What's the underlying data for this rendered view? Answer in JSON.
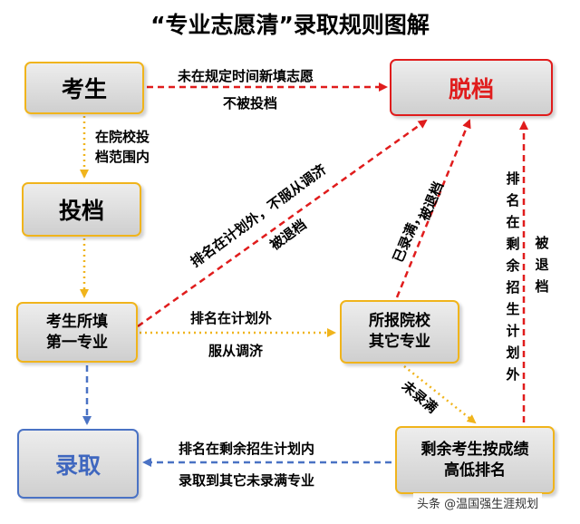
{
  "title": "“专业志愿清”录取规则图解",
  "nodes": {
    "kaosheng": "考生",
    "toudang": "投档",
    "first_major": "考生所填\n第一专业",
    "luqu": "录取",
    "tuodang": "脱档",
    "other_major": "所报院校\n其它专业",
    "remaining": "剩余考生按成绩\n高低排名"
  },
  "edges": {
    "late_fill_1": "未在规定时间新填志愿",
    "late_fill_2": "不被投档",
    "in_range_1": "在院校投",
    "in_range_2": "档范围内",
    "outside_plan_1": "排名在计划外，不服从调济",
    "outside_plan_2": "被退档",
    "obey_1": "排名在计划外",
    "obey_2": "服从调济",
    "full_1": "已录满，",
    "full_2": "被退档",
    "not_full": "未录满",
    "within_remaining_1": "排名在剩余招生计划内",
    "within_remaining_2": "录取到其它未录满专业",
    "vertical_chars": [
      "排",
      "名",
      "在",
      "剩",
      "余",
      "招",
      "生",
      "计",
      "划",
      "外"
    ],
    "side_chars": [
      "被",
      "退",
      "档"
    ]
  },
  "colors": {
    "gold": "#f0b41c",
    "red": "#e01c1c",
    "blue": "#4a72c4"
  },
  "watermark": "头条 @温国强生涯规划"
}
